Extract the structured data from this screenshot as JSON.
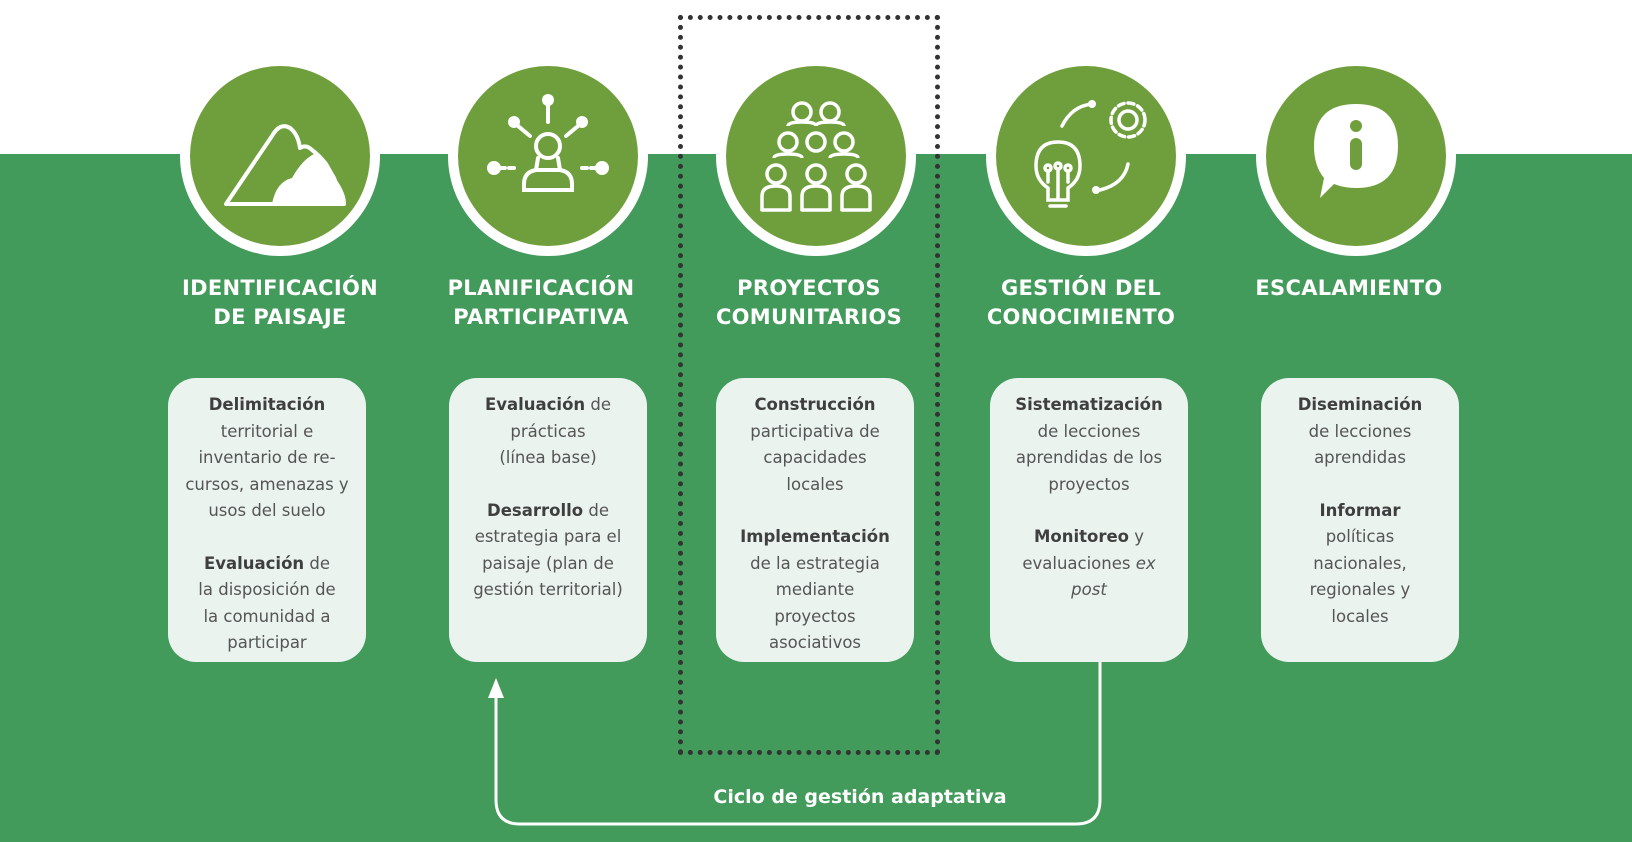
{
  "colors": {
    "band": "#429a5b",
    "circle": "#6f9f3d",
    "card": "#eaf3ee",
    "dotted_frame": "#333333"
  },
  "stages": [
    {
      "icon": "mountain-icon",
      "title_lines": [
        "IDENTIFICACIÓN",
        "DE PAISAJE"
      ],
      "paragraphs": [
        {
          "bold": "Delimitación",
          "lines": [
            "territorial e",
            "inventario de re-",
            "cursos, amenazas y",
            "usos del suelo"
          ]
        },
        {
          "bold": "Evaluación",
          "after": " de",
          "lines": [
            "la disposición de",
            "la comunidad a",
            "participar"
          ]
        }
      ]
    },
    {
      "icon": "participatory-planning-icon",
      "title_lines": [
        "PLANIFICACIÓN",
        "PARTICIPATIVA"
      ],
      "paragraphs": [
        {
          "bold": "Evaluación",
          "after": " de",
          "lines": [
            "prácticas",
            "(línea base)"
          ]
        },
        {
          "bold": "Desarrollo",
          "after": " de",
          "lines": [
            "estrategia para el",
            "paisaje (plan de",
            "gestión territorial)"
          ]
        }
      ]
    },
    {
      "icon": "community-group-icon",
      "title_lines": [
        "PROYECTOS",
        "COMUNITARIOS"
      ],
      "paragraphs": [
        {
          "bold": "Construcción",
          "lines": [
            "participativa de",
            "capacidades",
            "locales"
          ]
        },
        {
          "bold": "Implementación",
          "lines": [
            "de la estrategia",
            "mediante",
            "proyectos",
            "asociativos"
          ]
        }
      ]
    },
    {
      "icon": "lightbulb-gear-icon",
      "title_lines": [
        "GESTIÓN DEL",
        "CONOCIMIENTO"
      ],
      "paragraphs": [
        {
          "bold": "Sistematización",
          "lines": [
            "de lecciones",
            "aprendidas de los",
            "proyectos"
          ]
        },
        {
          "bold": "Monitoreo",
          "after": " y",
          "lines": [
            "evaluaciones ",
            "post"
          ],
          "italic_inline": "ex"
        }
      ]
    },
    {
      "icon": "info-bubble-icon",
      "title_lines": [
        "ESCALAMIENTO"
      ],
      "paragraphs": [
        {
          "bold": "Diseminación",
          "lines": [
            "de lecciones",
            "aprendidas"
          ]
        },
        {
          "bold": "Informar",
          "lines": [
            "políticas",
            "nacionales,",
            "regionales y",
            "locales"
          ]
        }
      ]
    }
  ],
  "loop": {
    "label": "Ciclo de gestión adaptativa"
  }
}
